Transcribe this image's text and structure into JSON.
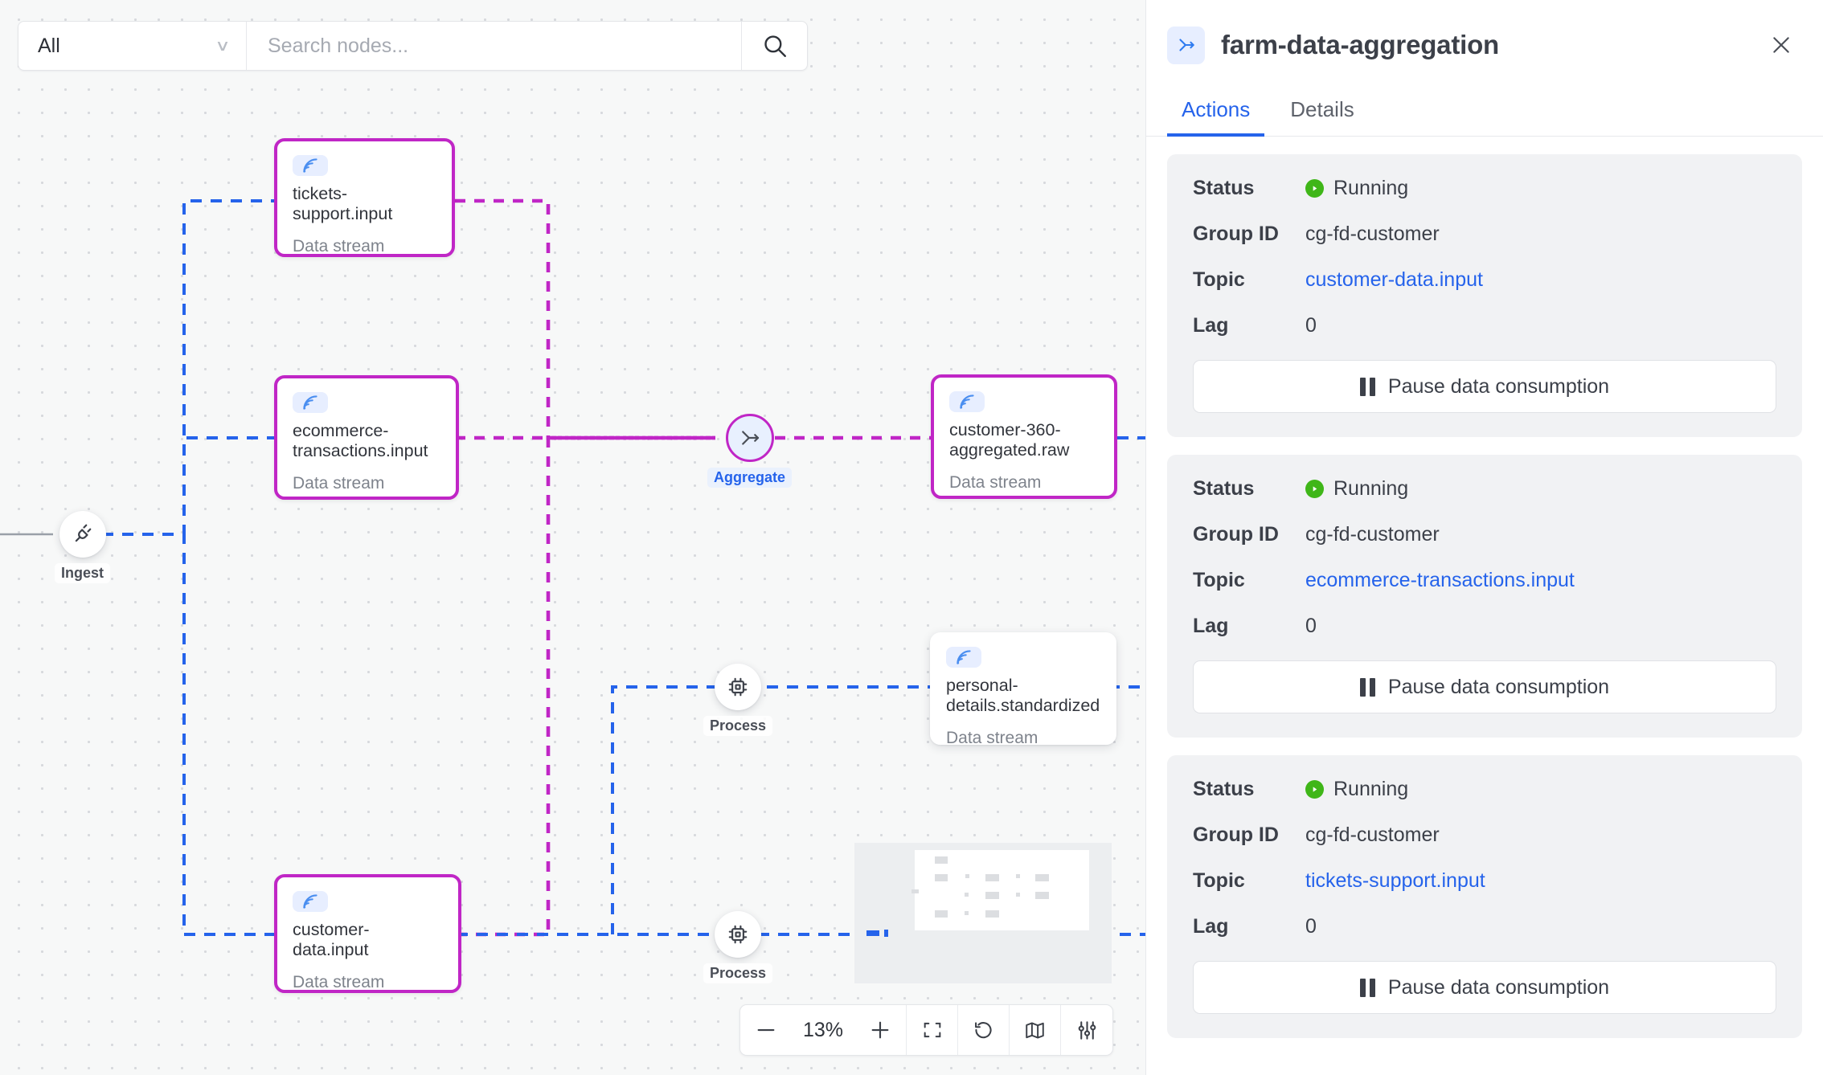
{
  "search": {
    "filter_label": "All",
    "placeholder": "Search nodes...",
    "value": "",
    "search_icon": "search-icon",
    "caret_icon": "chevron-down-icon"
  },
  "canvas": {
    "nodes": [
      {
        "id": "ingest",
        "kind": "op",
        "label": "Ingest",
        "icon": "plug-icon"
      },
      {
        "id": "tickets",
        "kind": "stream",
        "title": "tickets-support.input",
        "subtitle": "Data stream",
        "icon": "data-stream-icon",
        "selected": true
      },
      {
        "id": "ecommerce",
        "kind": "stream",
        "title": "ecommerce-transactions.input",
        "subtitle": "Data stream",
        "icon": "data-stream-icon",
        "selected": true
      },
      {
        "id": "customerdata",
        "kind": "stream",
        "title": "customer-data.input",
        "subtitle": "Data stream",
        "icon": "data-stream-icon",
        "selected": true
      },
      {
        "id": "aggregate",
        "kind": "op",
        "label": "Aggregate",
        "icon": "aggregate-icon"
      },
      {
        "id": "customer360",
        "kind": "stream",
        "title": "customer-360-aggregated.raw",
        "subtitle": "Data stream",
        "icon": "data-stream-icon",
        "selected": true
      },
      {
        "id": "process-upper",
        "kind": "op",
        "label": "Process",
        "icon": "chip-icon"
      },
      {
        "id": "process-lower",
        "kind": "op",
        "label": "Process",
        "icon": "chip-icon"
      },
      {
        "id": "personaldetails",
        "kind": "stream",
        "title": "personal-details.standardized",
        "subtitle": "Data stream",
        "icon": "data-stream-icon",
        "selected": false
      }
    ],
    "edge_colors": {
      "default": "#2563eb",
      "highlight": "#c026c6"
    },
    "toolbar": {
      "zoom_out_label": "−",
      "zoom_level": "13%",
      "zoom_in_label": "+",
      "fit_icon": "fit-screen-icon",
      "reset_icon": "reset-icon",
      "minimap_icon": "map-icon",
      "settings_icon": "sliders-icon"
    }
  },
  "panel": {
    "icon": "aggregate-icon",
    "title": "farm-data-aggregation",
    "close_icon": "close-icon",
    "tabs": [
      {
        "label": "Actions",
        "active": true
      },
      {
        "label": "Details",
        "active": false
      }
    ],
    "labels": {
      "status": "Status",
      "group_id": "Group ID",
      "topic": "Topic",
      "lag": "Lag"
    },
    "consumers": [
      {
        "status": "Running",
        "group_id": "cg-fd-customer",
        "topic": "customer-data.input",
        "lag": "0",
        "pause_label": "Pause data consumption"
      },
      {
        "status": "Running",
        "group_id": "cg-fd-customer",
        "topic": "ecommerce-transactions.input",
        "lag": "0",
        "pause_label": "Pause data consumption"
      },
      {
        "status": "Running",
        "group_id": "cg-fd-customer",
        "topic": "tickets-support.input",
        "lag": "0",
        "pause_label": "Pause data consumption"
      }
    ]
  }
}
